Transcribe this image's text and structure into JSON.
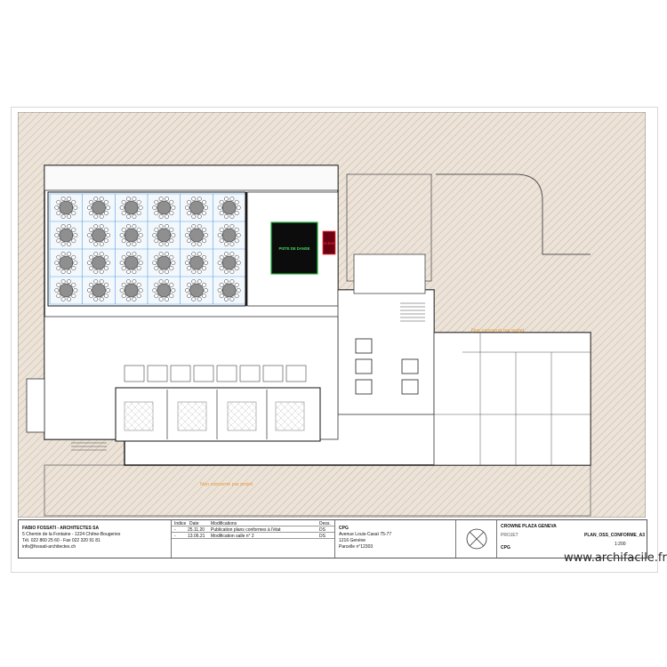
{
  "plan": {
    "dance_floor_label": "PISTE DE DANSE",
    "stage_label": "SCENE",
    "not_concerned_label_1": "Non concerné par projet",
    "not_concerned_label_2": "Non concerné par projet",
    "table_grid": {
      "columns": 6,
      "rows": 4
    },
    "colors": {
      "hatch_area": "#e8ddd2",
      "hatch_line": "#c9b29c",
      "walls": "#1a1a1a",
      "grid_blue": "#5aa0e0",
      "dance_floor": "#0c0c0c",
      "dance_floor_border": "#1fb23a",
      "dance_floor_text": "#4cd964",
      "stage": "#6a0012",
      "stage_text": "#ff3b3b",
      "label_orange": "#e59a3c"
    }
  },
  "title_block": {
    "architect_name": "FABIO FOSSATI - ARCHITECTES SA",
    "architect_address": "5 Chemin de la Fontaine - 1224 Chêne-Bougeries",
    "architect_phone": "Tél. 022 860 25 60 - Fax 022 320 91 81",
    "architect_email": "info@fossati-architectes.ch",
    "rev_headers": [
      "Indice",
      "Date",
      "Modifications",
      "Dess."
    ],
    "revisions": [
      {
        "index": "-",
        "date": "25.11.20",
        "text": "Publication plans conformes à l'état",
        "by": "DS"
      },
      {
        "index": "-",
        "date": "13.06.21",
        "text": "Modification salle n° 2",
        "by": "DS"
      }
    ],
    "client_name": "CPG",
    "client_address": "Avenue Louis-Casaï 75-77",
    "client_city": "1216 Genève",
    "client_parcel": "Parcelle n°12303",
    "project_title": "CROWNE PLAZA GENEVA",
    "project_label": "PROJET",
    "project_plan": "PLAN_OSS_CONFORME_A3",
    "cpg_label": "CPG",
    "scale": "1:200"
  },
  "watermark": "www.archifacile.fr"
}
